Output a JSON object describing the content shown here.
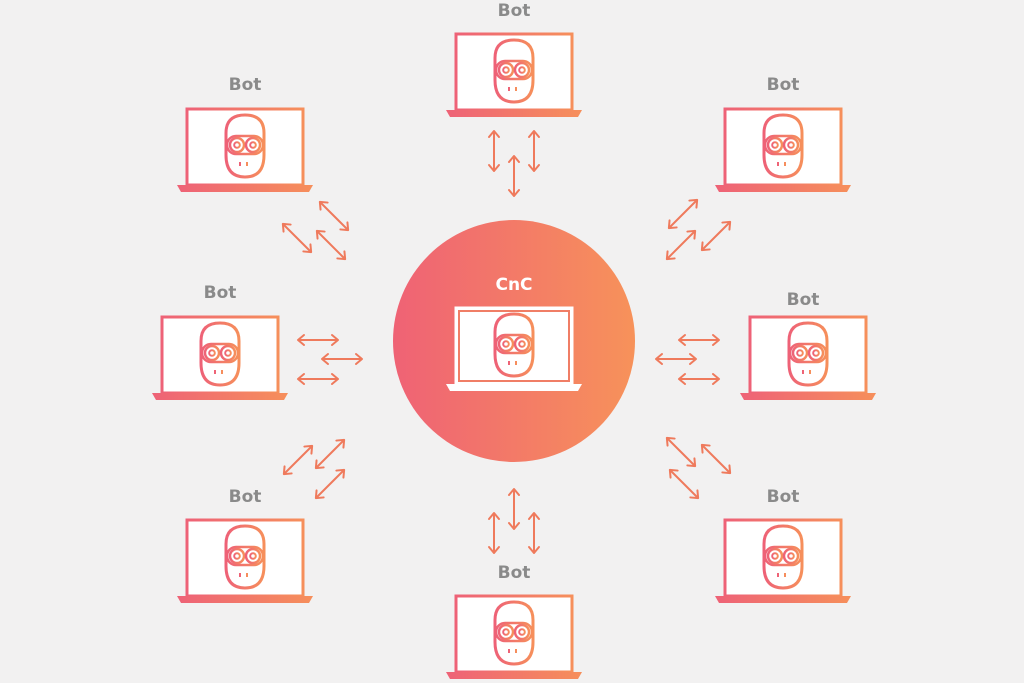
{
  "center": {
    "label": "CnC",
    "icon": "robot-face-icon"
  },
  "bots": [
    {
      "id": "top",
      "label": "Bot",
      "icon": "robot-face-icon"
    },
    {
      "id": "top-left",
      "label": "Bot",
      "icon": "robot-face-icon"
    },
    {
      "id": "top-right",
      "label": "Bot",
      "icon": "robot-face-icon"
    },
    {
      "id": "left",
      "label": "Bot",
      "icon": "robot-face-icon"
    },
    {
      "id": "right",
      "label": "Bot",
      "icon": "robot-face-icon"
    },
    {
      "id": "bottom-left",
      "label": "Bot",
      "icon": "robot-face-icon"
    },
    {
      "id": "bottom-right",
      "label": "Bot",
      "icon": "robot-face-icon"
    },
    {
      "id": "bottom",
      "label": "Bot",
      "icon": "robot-face-icon"
    }
  ],
  "colors": {
    "background": "#f2f1f1",
    "gradient_start": "#ee6277",
    "gradient_end": "#f68f5b",
    "label": "#8a8a8a",
    "arrow": "#ef7a5c"
  }
}
